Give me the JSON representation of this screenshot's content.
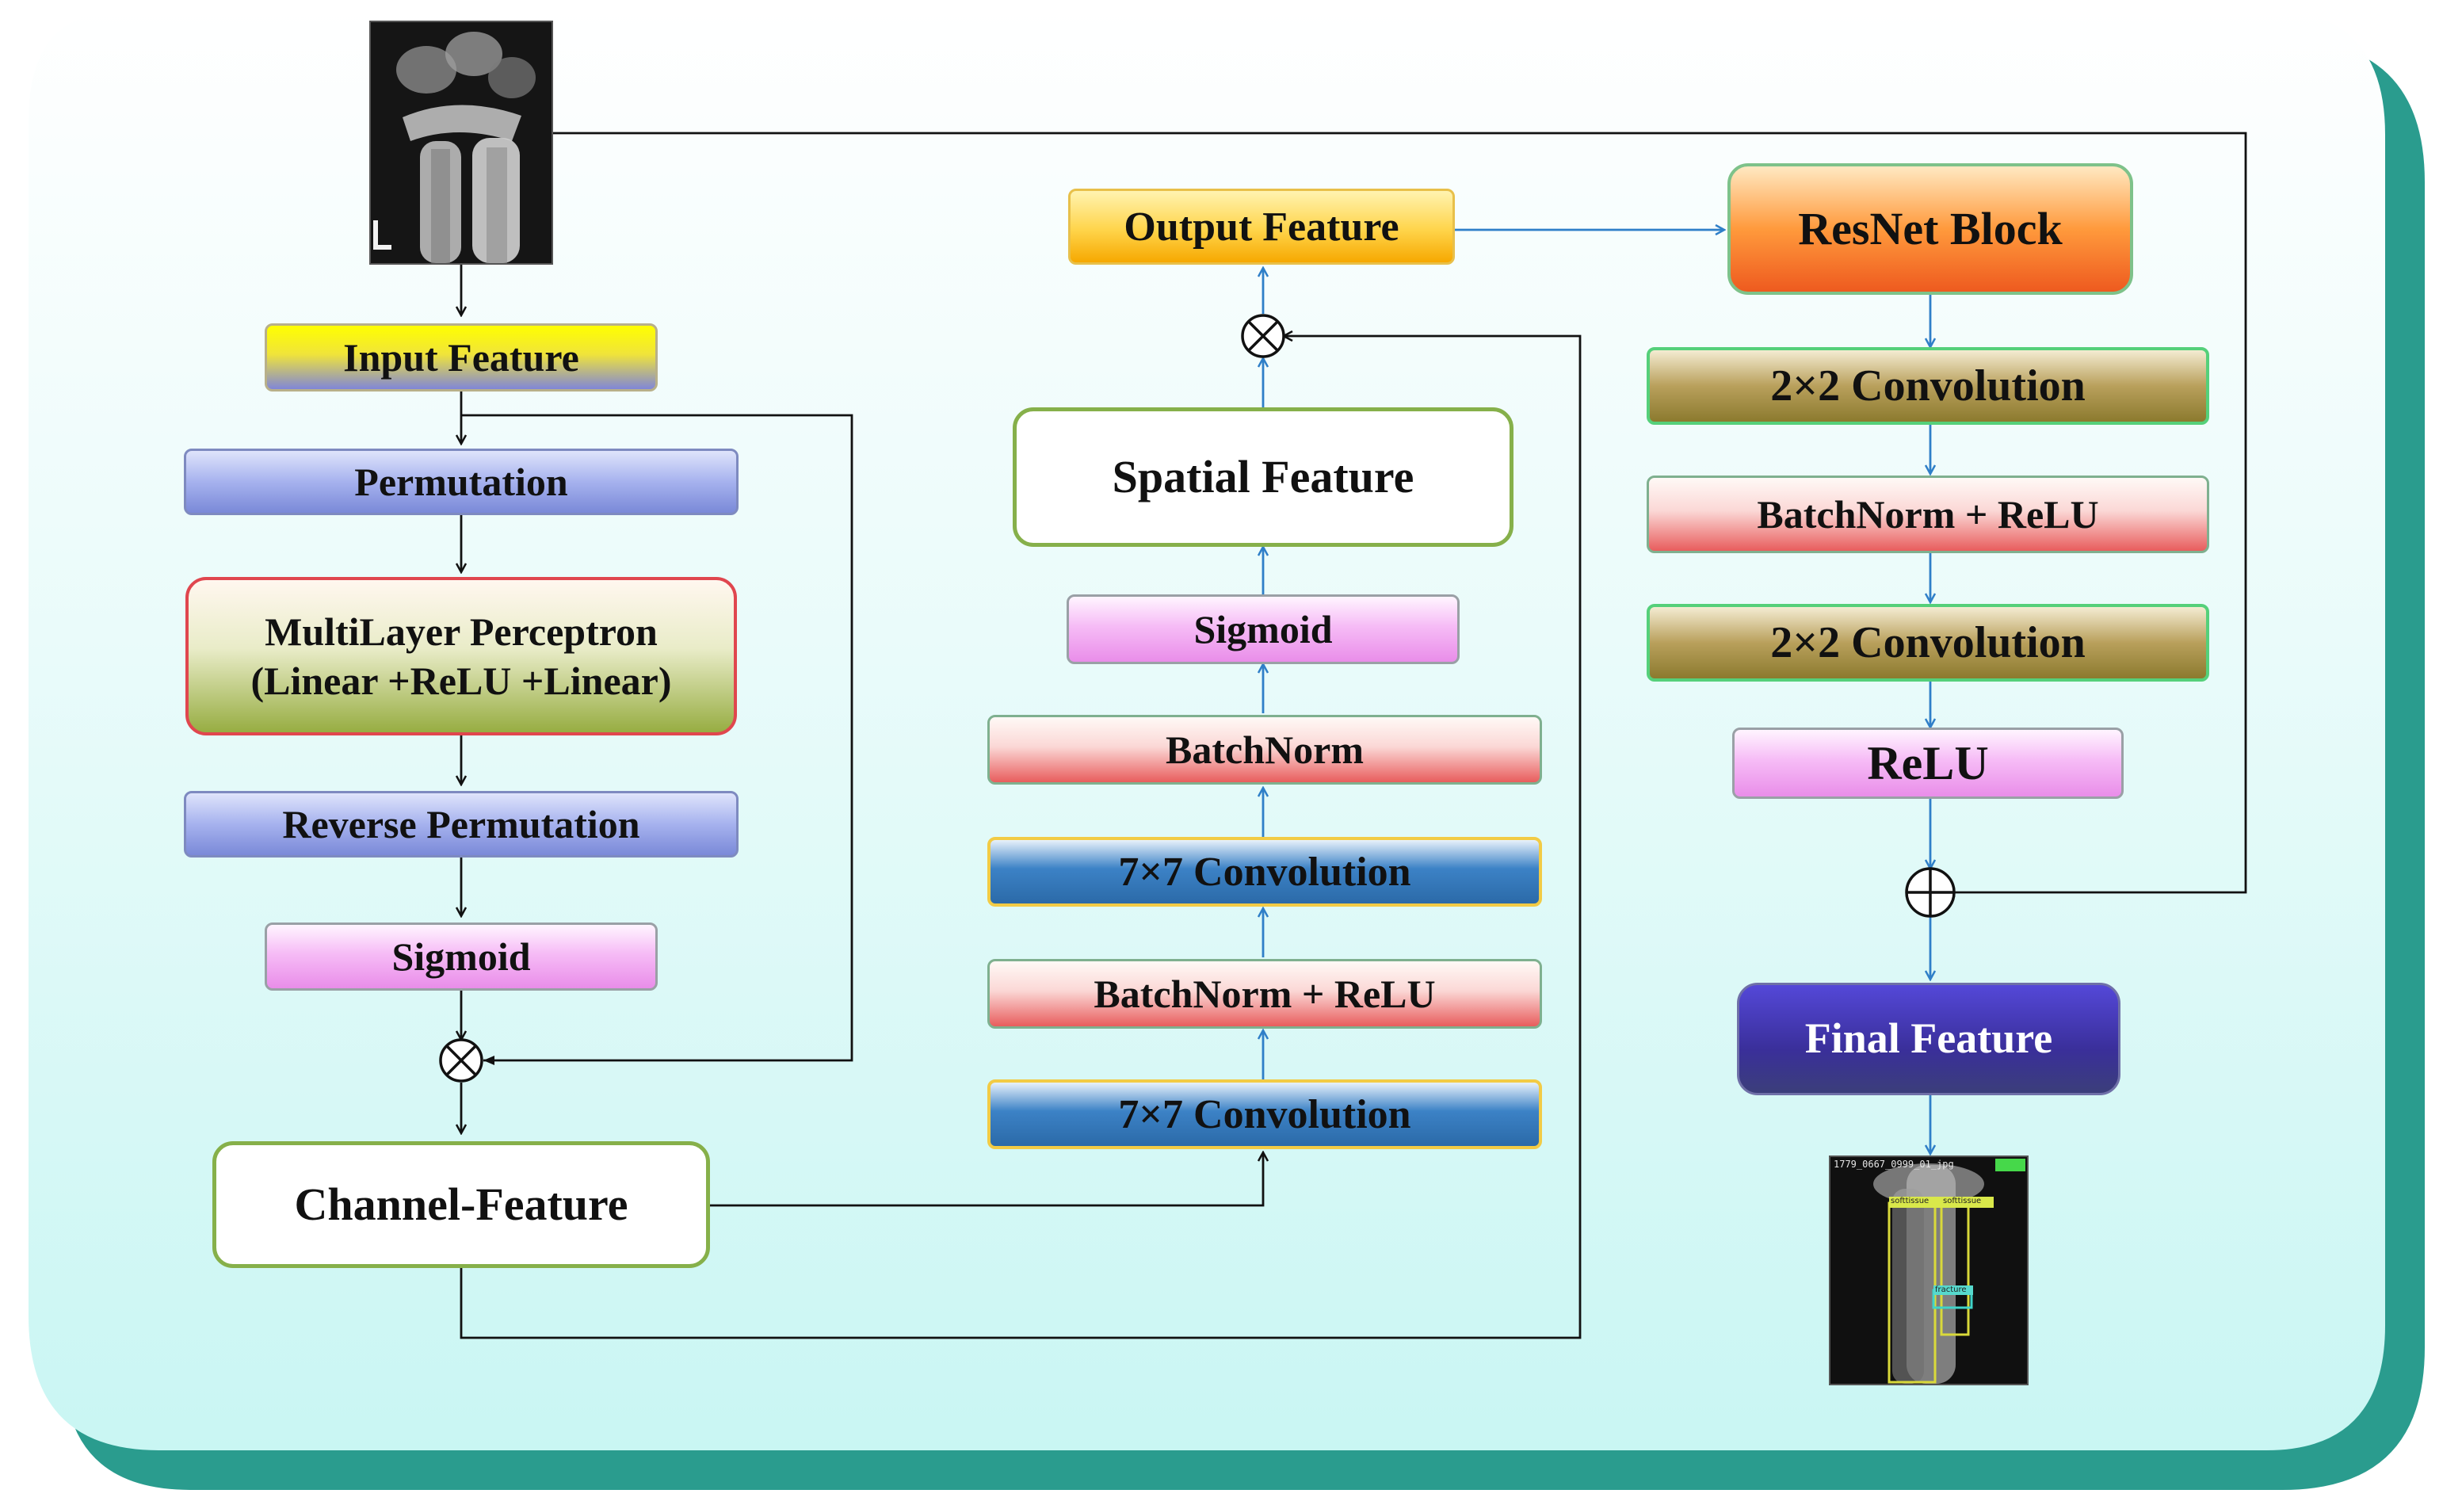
{
  "diagram": {
    "nodes": {
      "input_feature": "Input Feature",
      "permutation": "Permutation",
      "mlp_line1": "MultiLayer Perceptron",
      "mlp_line2": "(Linear +ReLU +Linear)",
      "reverse_permutation": "Reverse Permutation",
      "sigmoid_channel": "Sigmoid",
      "channel_feature": "Channel-Feature",
      "conv7_first": "7×7 Convolution",
      "batchnorm_relu_spatial": "BatchNorm + ReLU",
      "conv7_second": "7×7 Convolution",
      "batchnorm": "BatchNorm",
      "sigmoid_spatial": "Sigmoid",
      "spatial_feature": "Spatial Feature",
      "output_feature": "Output Feature",
      "resnet_block": "ResNet Block",
      "conv2_first": "2×2 Convolution",
      "batchnorm_relu_resnet": "BatchNorm + ReLU",
      "conv2_second": "2×2 Convolution",
      "relu": "ReLU",
      "final_feature": "Final Feature"
    },
    "operators": {
      "multiply_channel": "⊗",
      "multiply_spatial": "⊗",
      "add_residual": "⊕"
    },
    "result_image": {
      "header_text": "1779_0667_0999_01_jpg",
      "box_labels": [
        "softtissue",
        "softtissue",
        "fracture"
      ]
    }
  },
  "colors": {
    "background_top": "#ffffff",
    "background_bottom": "#cbf7f4",
    "shadow_teal": "#2a9c8e",
    "black_arrow": "#111111",
    "blue_arrow": "#2f7fc8"
  }
}
